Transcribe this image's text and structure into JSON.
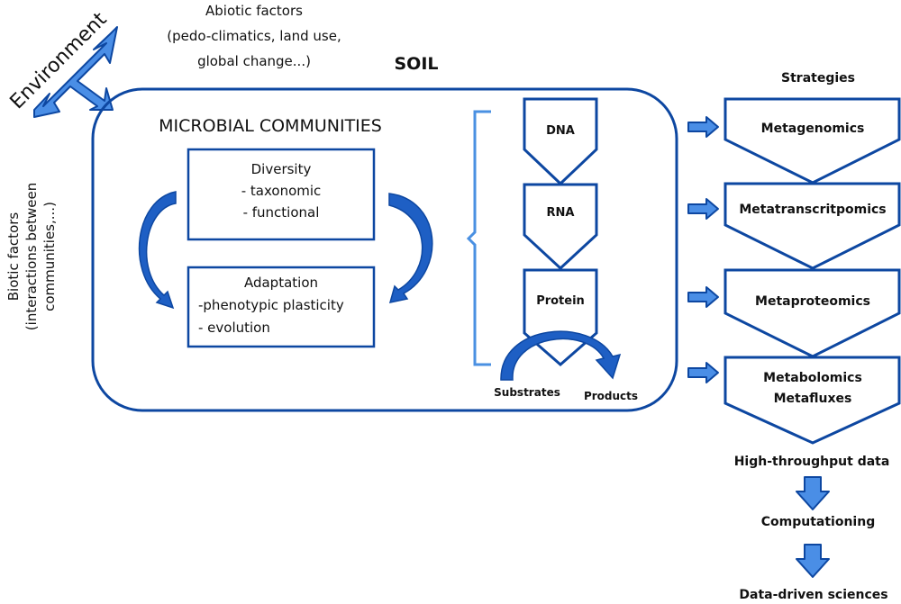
{
  "environment": {
    "label": "Environment",
    "abiotic": [
      "Abiotic factors",
      "(pedo-climatics, land use,",
      "global change...)"
    ],
    "biotic": [
      "Biotic factors",
      "(interactions between",
      "communities,...)"
    ]
  },
  "soil": {
    "title": "SOIL",
    "section_title": "MICROBIAL COMMUNITIES",
    "diversity_box": [
      "Diversity",
      "- taxonomic",
      "- functional"
    ],
    "adaptation_box": [
      "Adaptation",
      "-phenotypic plasticity",
      "- evolution"
    ],
    "molecules": [
      "DNA",
      "RNA",
      "Protein"
    ],
    "substrates": "Substrates",
    "products": "Products"
  },
  "strategies": {
    "title": "Strategies",
    "items": [
      [
        "Metagenomics"
      ],
      [
        "Metatranscritpomics"
      ],
      [
        "Metaproteomics"
      ],
      [
        "Metabolomics",
        "Metafluxes"
      ]
    ]
  },
  "pipeline": [
    "High-throughput data",
    "Computationing",
    "Data-driven sciences"
  ],
  "colors": {
    "outline": "#0d47a1",
    "arrow": "#4a8ee6",
    "brace": "#4a90e2",
    "text": "#111111"
  }
}
